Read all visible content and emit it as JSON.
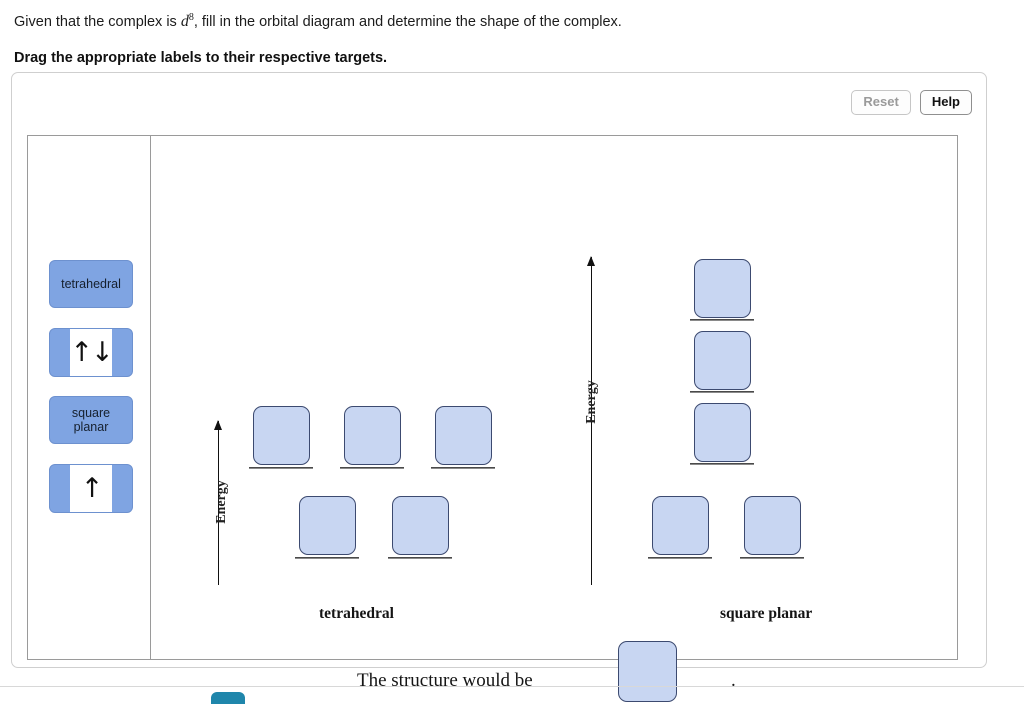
{
  "prompt": {
    "text_before": "Given that the complex is ",
    "variable": "d",
    "superscript": "8",
    "text_after": ", fill in the orbital diagram and determine the shape of the complex.",
    "instruction": "Drag the appropriate labels to their respective targets."
  },
  "toolbar": {
    "reset_label": "Reset",
    "help_label": "Help"
  },
  "label_bank": {
    "items": [
      {
        "id": "tetrahedral",
        "label": "tetrahedral",
        "kind": "text"
      },
      {
        "id": "paired-electrons",
        "label": "↑↓",
        "kind": "arrow"
      },
      {
        "id": "square-planar",
        "label": "square\nplanar",
        "kind": "text"
      },
      {
        "id": "single-electron",
        "label": "↑",
        "kind": "arrow"
      }
    ]
  },
  "diagrams": [
    {
      "id": "tetrahedral-diagram",
      "caption": "tetrahedral",
      "axis_label": "Energy",
      "upper_level_count": 3,
      "lower_level_count": 2
    },
    {
      "id": "square-planar-diagram",
      "caption": "square planar",
      "axis_label": "Energy",
      "stacked_level_count": 3,
      "lower_level_count": 2
    }
  ],
  "structure_statement": {
    "text": "The structure would be",
    "period": "."
  },
  "colors": {
    "drop_target_fill": "#c8d6f2",
    "drop_target_border": "#3c4a70",
    "drag_label_fill": "#7fa4e2",
    "submit_button": "#1f86ab"
  }
}
